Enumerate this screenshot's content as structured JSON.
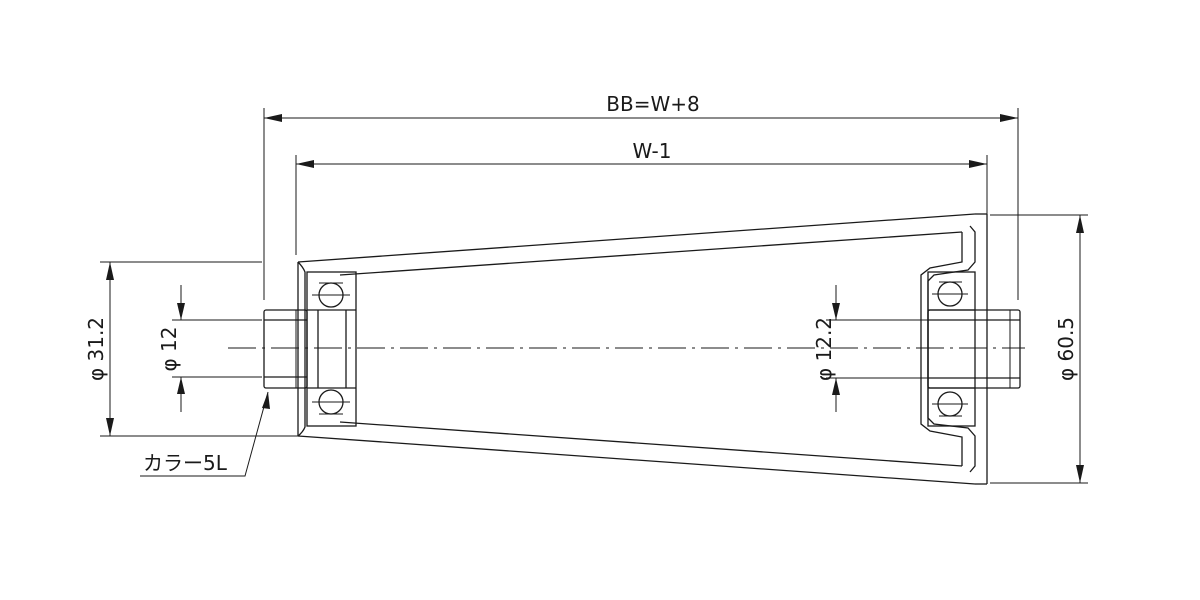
{
  "dimensions": {
    "overall_length": "BB=W+8",
    "tube_length": "W-1",
    "collar_diameter": "φ 31.2",
    "shaft_diameter_left": "φ 12",
    "shaft_diameter_right": "φ 12.2",
    "large_end_diameter": "φ 60.5"
  },
  "callouts": {
    "collar": "カラー5L"
  },
  "colors": {
    "line": "#1a1a1a",
    "background": "#ffffff"
  }
}
